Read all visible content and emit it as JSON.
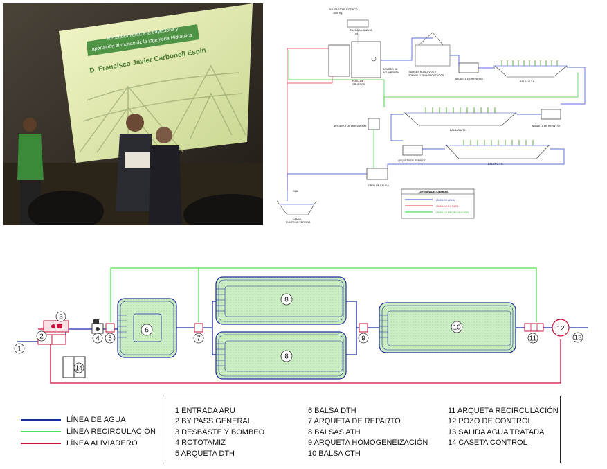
{
  "photo": {
    "screen_lines": [
      "Reconocimiento a la trayectoria y",
      "aportación al mundo de la ingeniería Hidráulica"
    ],
    "screen_name": "D. Francisco Javier Carbonell Espin"
  },
  "plan": {
    "labels": {
      "polipasto": "POLIPASTO ELÉCTRICO",
      "polipasto_cap": "1000 Kg",
      "cuchara": "CUCHARA BIVALVA",
      "cuchara_cap": "50 l",
      "bombeo": "BOMBEO DE",
      "bombeo2": "AGUA BRUTA",
      "pozo": "POZO DE",
      "pozo2": "GRUESOS",
      "tamiz": "TAMICES ROTATIVOS Y",
      "tamiz2": "TORNILLO TRANSPORTADOR",
      "arqueta_reparto_1": "ARQUETA DE REPARTO",
      "balsa_dth": "BALSA D.T.H.",
      "arqueta_derivacion": "ARQUETA DE DERIVACIÓN",
      "balsas_ath": "BALSAS A.T.H.",
      "arqueta_reparto_2": "ARQUETA DE REPARTO",
      "arqueta_reparto_3": "ARQUETA DE REPARTO",
      "balsa_cth": "BALSA C.T.H.",
      "obra_salida": "OBRA DE SALIDA",
      "cauce": "CAUCE",
      "punto_vertido": "PUNTO DE VERTIDO",
      "dma": "DMA"
    },
    "legend": {
      "title": "LEYENDA DE TUBERÍAS",
      "items": [
        {
          "label": "LÍNEA DE AGUA",
          "color": "#2a3cc8"
        },
        {
          "label": "LÍNEA DE BY-PASS",
          "color": "#e0304a"
        },
        {
          "label": "LÍNEA DE RECIRCULACIÓN",
          "color": "#33cc33"
        }
      ]
    }
  },
  "scheme": {
    "numbers": [
      "1",
      "2",
      "3",
      "4",
      "5",
      "6",
      "7",
      "8",
      "8",
      "9",
      "10",
      "11",
      "12",
      "13",
      "14"
    ]
  },
  "line_legend": [
    {
      "label": "LÍNEA DE AGUA",
      "color": "#1f2a9c"
    },
    {
      "label": "LÍNEA RECIRCULACIÓN",
      "color": "#55dd55"
    },
    {
      "label": "LÍNEA ALIVIADERO",
      "color": "#c8103c"
    }
  ],
  "key": {
    "col1": [
      "1  ENTRADA ARU",
      "2  BY PASS GENERAL",
      "3  DESBASTE Y BOMBEO",
      "4  ROTOTAMIZ",
      "5  ARQUETA DTH"
    ],
    "col2": [
      "6  BALSA DTH",
      "7  ARQUETA DE REPARTO",
      "8  BALSAS ATH",
      "9  ARQUETA HOMOGENEIZACIÓN",
      "10  BALSA CTH"
    ],
    "col3": [
      "11  ARQUETA RECIRCULACIÓN",
      "12  POZO DE CONTROL",
      "13  SALIDA AGUA TRATADA",
      "14  CASETA CONTROL"
    ]
  },
  "colors": {
    "water": "#1f2a9c",
    "recirc": "#55dd55",
    "relief": "#c8103c",
    "pond": "#cdeec4"
  }
}
